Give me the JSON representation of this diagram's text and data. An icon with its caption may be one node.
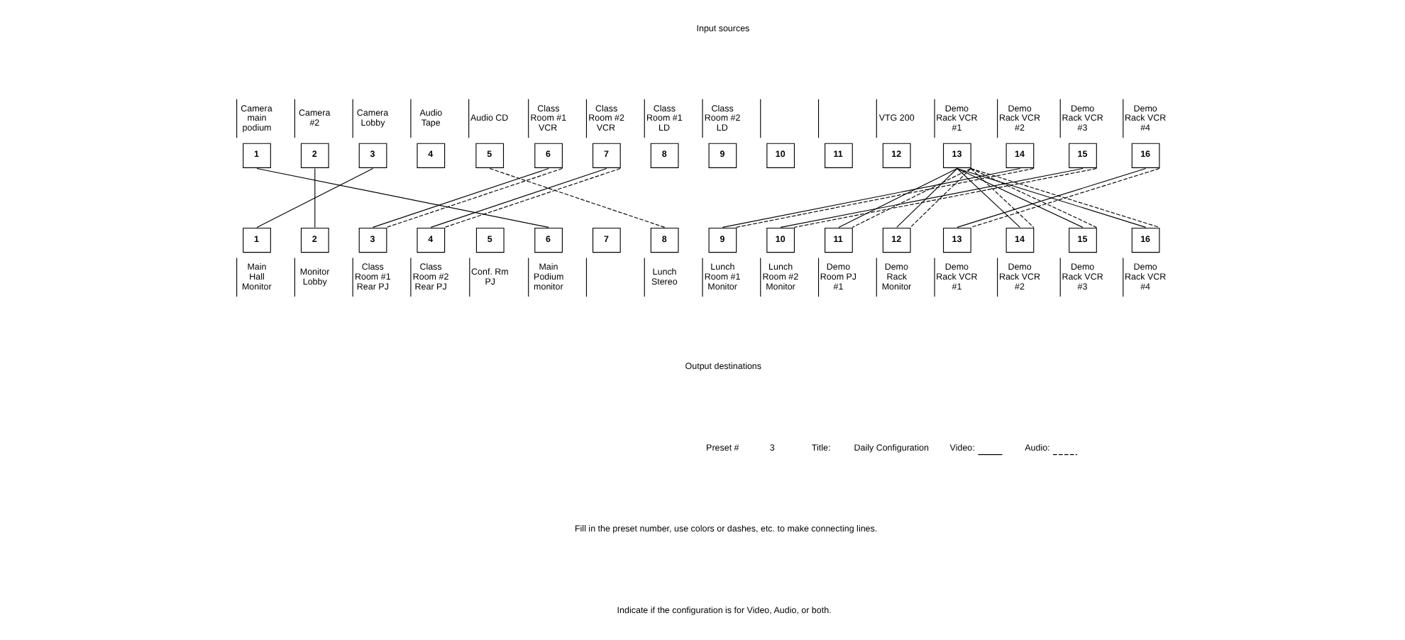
{
  "diagram": {
    "nodes": [
      {
        "text": [
          "Camera main podium",
          "1"
        ]
      },
      {
        "text": [
          "Camera #2",
          "2"
        ]
      },
      {
        "text": [
          "Camera Lobby",
          "3"
        ]
      },
      {
        "text": [
          "Audio Tape",
          "4"
        ]
      },
      {
        "text": [
          "Audio CD",
          "5"
        ]
      },
      {
        "text": [
          "Class Room #1 VCR",
          "6"
        ]
      },
      {
        "text": [
          "Class Room #2 VCR",
          "7"
        ]
      },
      {
        "text": [
          "Class Room #1 LD",
          "8"
        ]
      },
      {
        "text": [
          "Class Room #2 LD",
          "9"
        ]
      },
      {
        "text": [
          "10"
        ]
      },
      {
        "text": [
          "11"
        ]
      },
      {
        "text": [
          "VTG 200",
          "12"
        ]
      },
      {
        "text": [
          "Demo Rack VCR #1",
          "13"
        ]
      },
      {
        "text": [
          "Demo Rack VCR #2",
          "14"
        ]
      },
      {
        "text": [
          "Demo Rack VCR #3",
          "15"
        ]
      },
      {
        "text": [
          "Demo Rack VCR #4",
          "16"
        ]
      },
      {
        "text": [
          "1",
          "Main Hall Monitor"
        ]
      },
      {
        "text": [
          "2",
          "Monitor Lobby"
        ]
      },
      {
        "text": [
          "3",
          "Class Room #1 Rear PJ"
        ]
      },
      {
        "text": [
          "4",
          "Class Room #2 Rear PJ"
        ]
      },
      {
        "text": [
          "5",
          "Conf. Rm PJ"
        ]
      },
      {
        "text": [
          "6",
          "Main Podium monitor"
        ]
      },
      {
        "text": [
          "7"
        ]
      },
      {
        "text": [
          "8",
          "Lunch Stereo"
        ]
      },
      {
        "text": [
          "9",
          "Lunch Room #1 Monitor"
        ]
      },
      {
        "text": [
          "10",
          "Lunch Room #2 Monitor"
        ]
      },
      {
        "text": [
          "11",
          "Demo Room PJ #1"
        ]
      },
      {
        "text": [
          "12",
          "Demo Rack Monitor"
        ]
      },
      {
        "text": [
          "13",
          "Demo Rack VCR #1"
        ]
      },
      {
        "text": [
          "14",
          "Demo Rack VCR #2"
        ]
      },
      {
        "text": [
          "15",
          "Demo Rack VCR #3"
        ]
      },
      {
        "text": [
          "16",
          "Demo Rack VCR #4"
        ]
      }
    ],
    "edges": [
      {
        "from": 0,
        "to": 21,
        "arrow": "none"
      },
      {
        "from": 1,
        "to": 17,
        "arrow": "none"
      },
      {
        "from": 2,
        "to": 16,
        "arrow": "none"
      },
      {
        "from": 4,
        "to": 23,
        "arrow": "none",
        "style": "dashed"
      },
      {
        "from": 5,
        "to": 18,
        "arrow": "none"
      },
      {
        "from": 5,
        "to": 18,
        "arrow": "none",
        "style": "dashed"
      },
      {
        "from": 6,
        "to": 19,
        "arrow": "none"
      },
      {
        "from": 6,
        "to": 19,
        "arrow": "none",
        "style": "dashed"
      },
      {
        "from": 12,
        "to": 26,
        "arrow": "none"
      },
      {
        "from": 12,
        "to": 26,
        "arrow": "none",
        "style": "dashed"
      },
      {
        "from": 12,
        "to": 27,
        "arrow": "none"
      },
      {
        "from": 12,
        "to": 27,
        "arrow": "none",
        "style": "dashed"
      },
      {
        "from": 12,
        "to": 29,
        "arrow": "none"
      },
      {
        "from": 12,
        "to": 29,
        "arrow": "none",
        "style": "dashed"
      },
      {
        "from": 12,
        "to": 30,
        "arrow": "none"
      },
      {
        "from": 12,
        "to": 30,
        "arrow": "none",
        "style": "dashed"
      },
      {
        "from": 12,
        "to": 31,
        "arrow": "none"
      },
      {
        "from": 12,
        "to": 31,
        "arrow": "none",
        "style": "dashed"
      },
      {
        "from": 13,
        "to": 24,
        "arrow": "none"
      },
      {
        "from": 13,
        "to": 24,
        "arrow": "none",
        "style": "dashed"
      },
      {
        "from": 14,
        "to": 25,
        "arrow": "none"
      },
      {
        "from": 14,
        "to": 25,
        "arrow": "none",
        "style": "dashed"
      },
      {
        "from": 15,
        "to": 28,
        "arrow": "none"
      },
      {
        "from": 15,
        "to": 28,
        "arrow": "none",
        "style": "dashed"
      }
    ],
    "labels": [
      "Input sources",
      "Output destinations",
      "Preset #",
      "3",
      "Title:",
      "Daily Configuration",
      "Fill in the preset number, use colors or dashes, etc. to make connecting lines.",
      "Indicate if the configuration is for Video, Audio, or both."
    ],
    "legend": [
      {
        "text": "Video:"
      },
      {
        "text": "Audio:"
      }
    ]
  }
}
